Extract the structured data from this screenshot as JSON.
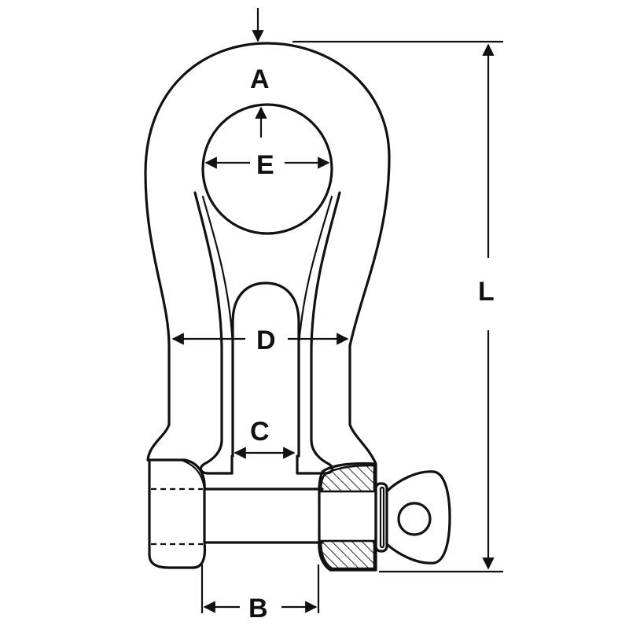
{
  "labels": {
    "a": "A",
    "b": "B",
    "c": "C",
    "d": "D",
    "e": "E",
    "l": "L"
  },
  "colors": {
    "line": "#111111",
    "background": "#ffffff"
  }
}
